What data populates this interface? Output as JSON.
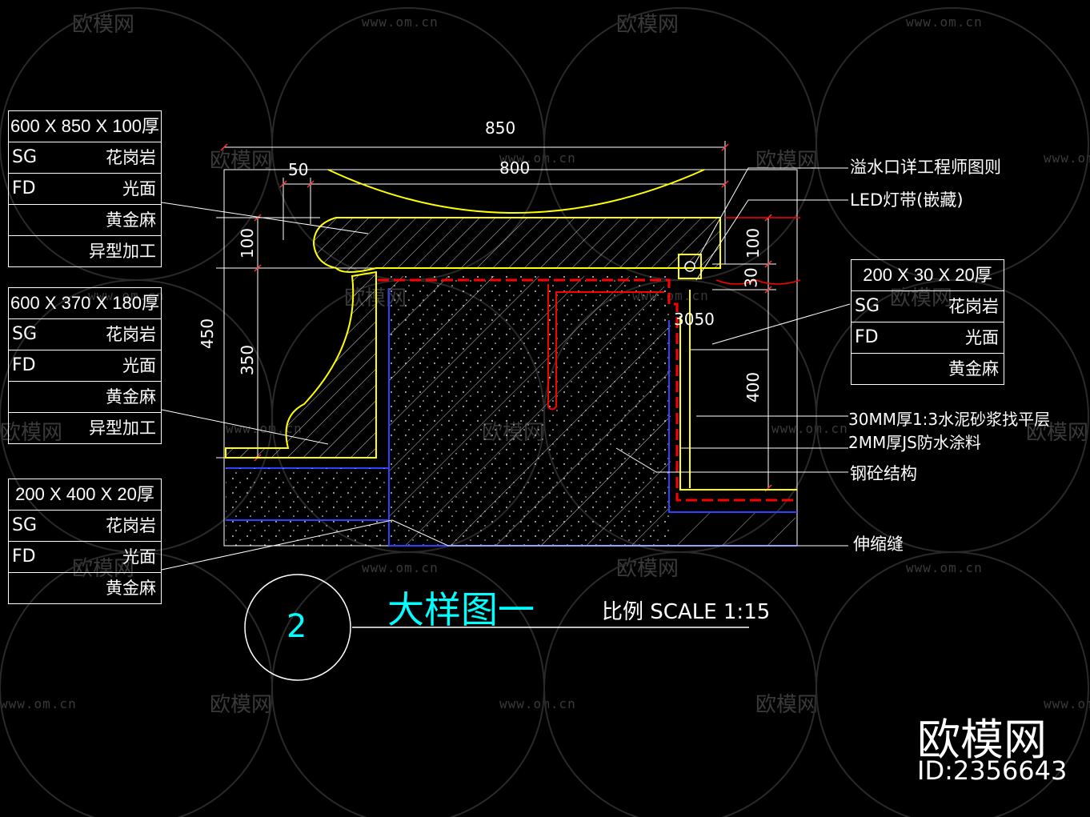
{
  "watermark": {
    "brand": "欧模网",
    "url": "www.om.cn"
  },
  "spec_tables": [
    {
      "header": "600 X 850 X 100厚",
      "rows": [
        {
          "code": "SG",
          "value": "花岗岩"
        },
        {
          "code": "FD",
          "value": "光面"
        },
        {
          "code": "",
          "value": "黄金麻"
        },
        {
          "code": "",
          "value": "异型加工"
        }
      ]
    },
    {
      "header": "600 X 370 X 180厚",
      "rows": [
        {
          "code": "SG",
          "value": "花岗岩"
        },
        {
          "code": "FD",
          "value": "光面"
        },
        {
          "code": "",
          "value": "黄金麻"
        },
        {
          "code": "",
          "value": "异型加工"
        }
      ]
    },
    {
      "header": "200 X 400 X 20厚",
      "rows": [
        {
          "code": "SG",
          "value": "花岗岩"
        },
        {
          "code": "FD",
          "value": "光面"
        },
        {
          "code": "",
          "value": "黄金麻"
        }
      ]
    },
    {
      "header": "200 X 30 X 20厚",
      "rows": [
        {
          "code": "SG",
          "value": "花岗岩"
        },
        {
          "code": "FD",
          "value": "光面"
        },
        {
          "code": "",
          "value": "黄金麻"
        }
      ]
    }
  ],
  "dimensions": {
    "top_total": "850",
    "top_inner": "800",
    "top_left": "50",
    "left_total": "450",
    "left_upper": "100",
    "left_lower": "350",
    "right_upper": "100",
    "right_small": "30",
    "right_lower": "400",
    "right_mid": "3050"
  },
  "notes": {
    "overflow": "溢水口详工程师图则",
    "led": "LED灯带(嵌藏)",
    "mortar": "30MM厚1:3水泥砂浆找平层",
    "waterproof": "2MM厚JS防水涂料",
    "structure": "钢砼结构",
    "joint": "伸缩缝"
  },
  "title_block": {
    "number": "2",
    "title": "大样图一",
    "scale": "比例 SCALE  1:15"
  },
  "corner_brand": {
    "name": "欧模网",
    "id": "ID:2356643"
  },
  "colors": {
    "background": "#000000",
    "stone": "#ffff00",
    "waterproof": "#ff0000",
    "structure": "#3040ff",
    "title": "#00ffff",
    "line": "#ffffff"
  }
}
